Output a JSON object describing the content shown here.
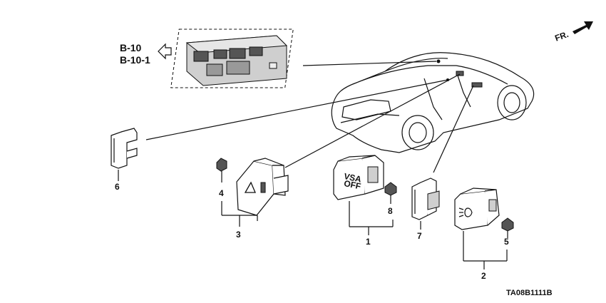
{
  "references": [
    "B-10",
    "B-10-1"
  ],
  "direction_label": "FR.",
  "diagram_code": "TA08B1111B",
  "callouts": [
    "1",
    "2",
    "3",
    "4",
    "5",
    "6",
    "7",
    "8"
  ],
  "switch_text": {
    "part1_line1": "VSA",
    "part1_line2": "OFF"
  }
}
